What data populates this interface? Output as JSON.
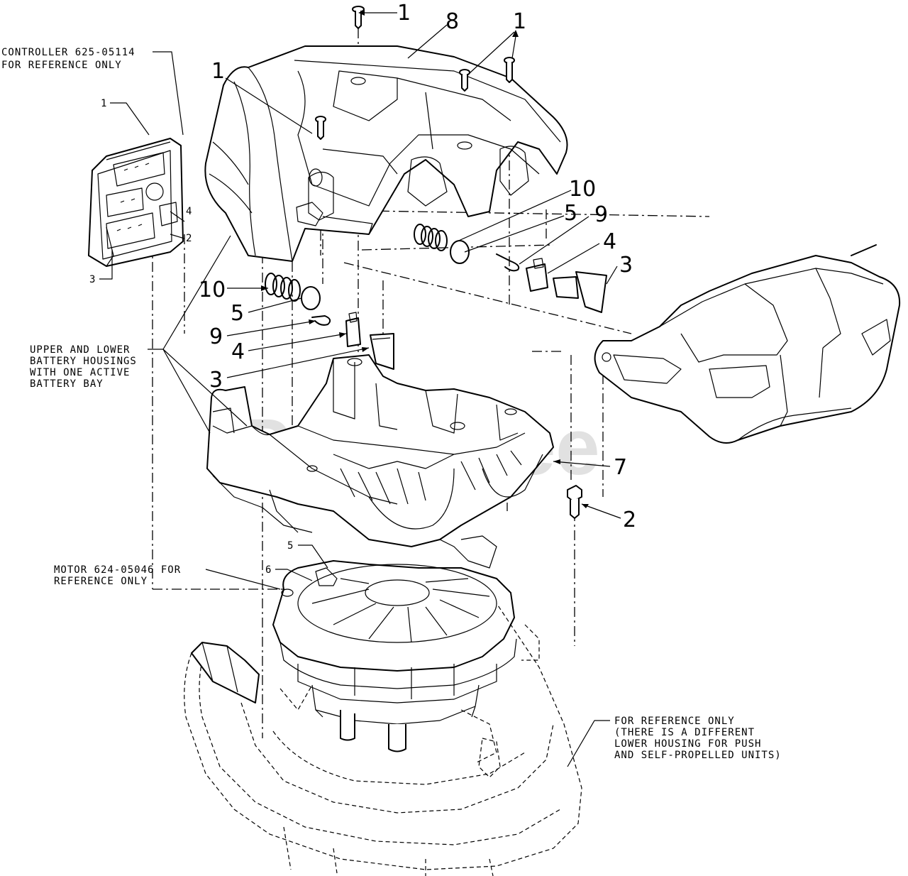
{
  "notes": {
    "controller": [
      "CONTROLLER 625-05114",
      "FOR REFERENCE ONLY"
    ],
    "housings": [
      "UPPER AND LOWER",
      "BATTERY HOUSINGS",
      "WITH ONE ACTIVE",
      "BATTERY BAY"
    ],
    "motor": [
      "MOTOR 624-05046 FOR",
      "REFERENCE ONLY"
    ],
    "lower_housing": [
      "FOR REFERENCE ONLY",
      "(THERE IS A DIFFERENT",
      "LOWER HOUSING FOR PUSH",
      "AND SELF-PROPELLED UNITS)"
    ]
  },
  "callouts": {
    "screw_top": "1",
    "cover": "8",
    "screw_right": "1",
    "screw_left": "1",
    "spring_right": "10",
    "cap_right": "5",
    "clip_right": "9",
    "connector_right": "4",
    "latch_right": "3",
    "spring_left": "10",
    "cap_left": "5",
    "clip_left": "9",
    "connector_left": "4",
    "latch_left": "3",
    "lower_housing": "7",
    "bolt": "2",
    "controller_1": "1",
    "controller_4": "4",
    "controller_2": "2",
    "controller_3": "3",
    "motor_5": "5",
    "motor_6": "6"
  },
  "watermark": "PartsTree"
}
